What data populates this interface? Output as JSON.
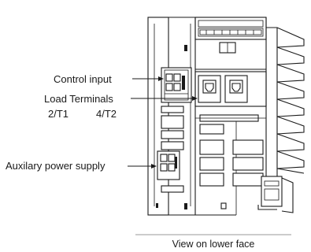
{
  "labels": {
    "control_input": "Control input",
    "load_terminals": "Load Terminals",
    "terminal_1": "2/T1",
    "terminal_2": "4/T2",
    "aux_power": "Auxilary power supply",
    "caption": "View on lower face"
  },
  "colors": {
    "line": "#1a1a1a",
    "caption_rule": "#9a9a9a",
    "background": "#ffffff"
  }
}
